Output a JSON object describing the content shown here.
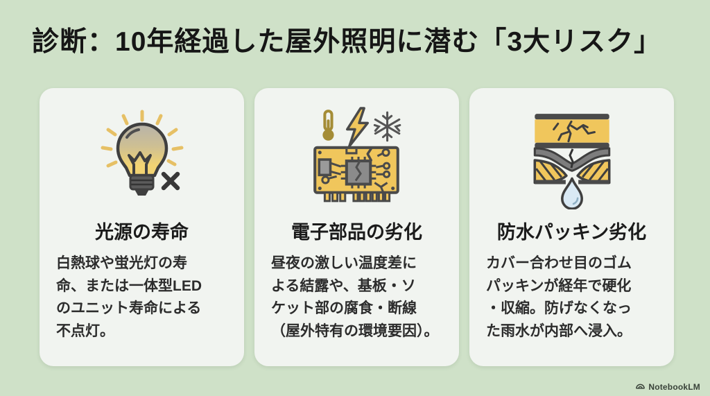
{
  "page": {
    "title": "診断：10年経過した屋外照明に潜む「3大リスク」",
    "background_color": "#cfe1c8",
    "card_color": "#f1f4f0",
    "accent_yellow": "#efc55e",
    "outline_dark": "#454545",
    "drop_blue": "#d9e9f4"
  },
  "cards": [
    {
      "icon": "burned-out-bulb-icon",
      "heading": "光源の寿命",
      "body": "白熱球や蛍光灯の寿\n命、または一体型LED\nのユニット寿命による\n不点灯。"
    },
    {
      "icon": "circuit-board-degradation-icon",
      "heading": "電子部品の劣化",
      "body": "昼夜の激しい温度差に\nよる結露や、基板・ソ\nケット部の腐食・断線\n（屋外特有の環境要因）。"
    },
    {
      "icon": "gasket-leak-icon",
      "heading": "防水パッキン劣化",
      "body": "カバー合わせ目のゴム\nパッキンが経年で硬化\n・収縮。防げなくなっ\nた雨水が内部へ浸入。"
    }
  ],
  "footer": {
    "brand": "NotebookLM"
  }
}
